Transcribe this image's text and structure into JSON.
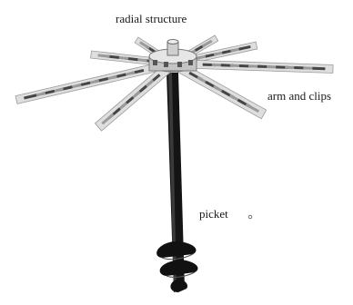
{
  "labels": {
    "radial_structure": "radial structure",
    "arm_and_clips": "arm and clips",
    "picket": "picket"
  },
  "colors": {
    "picket_shaft": "#151515",
    "arm_light": "#dedede",
    "arm_mid": "#9b9b9b",
    "arm_dark": "#454545",
    "hub": "#c9c9c9"
  },
  "icons": {
    "hub": "radial-hub-icon",
    "arm": "arm-with-clips-icon",
    "auger": "helical-auger-icon"
  }
}
